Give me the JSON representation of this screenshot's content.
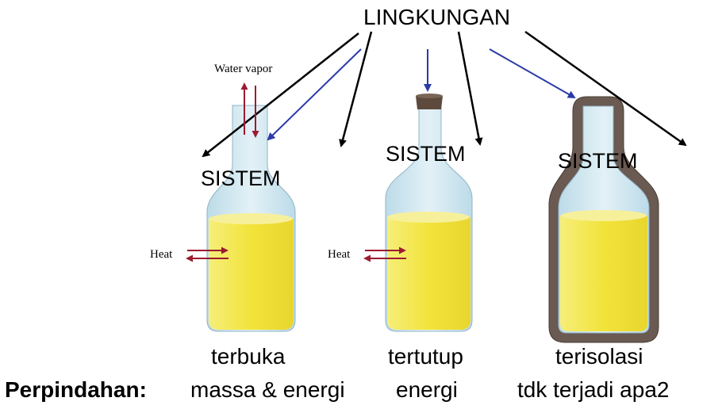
{
  "environment_label": "LINGKUNGAN",
  "water_vapor_label": "Water vapor",
  "heat_label": "Heat",
  "system_label": "SISTEM",
  "systems": [
    {
      "name": "terbuka",
      "transfer": "massa & energi"
    },
    {
      "name": "tertutup",
      "transfer": "energi"
    },
    {
      "name": "terisolasi",
      "transfer": "tdk terjadi apa2"
    }
  ],
  "transfer_heading": "Perpindahan:",
  "colors": {
    "liquid": "#f2e33a",
    "glass": "#cfe6f0",
    "cork": "#5e4a3c",
    "insulation": "#6a5a52",
    "red_arrow": "#9b1b30",
    "blue_arrow": "#2b3aa8",
    "black_arrow": "#000000"
  }
}
